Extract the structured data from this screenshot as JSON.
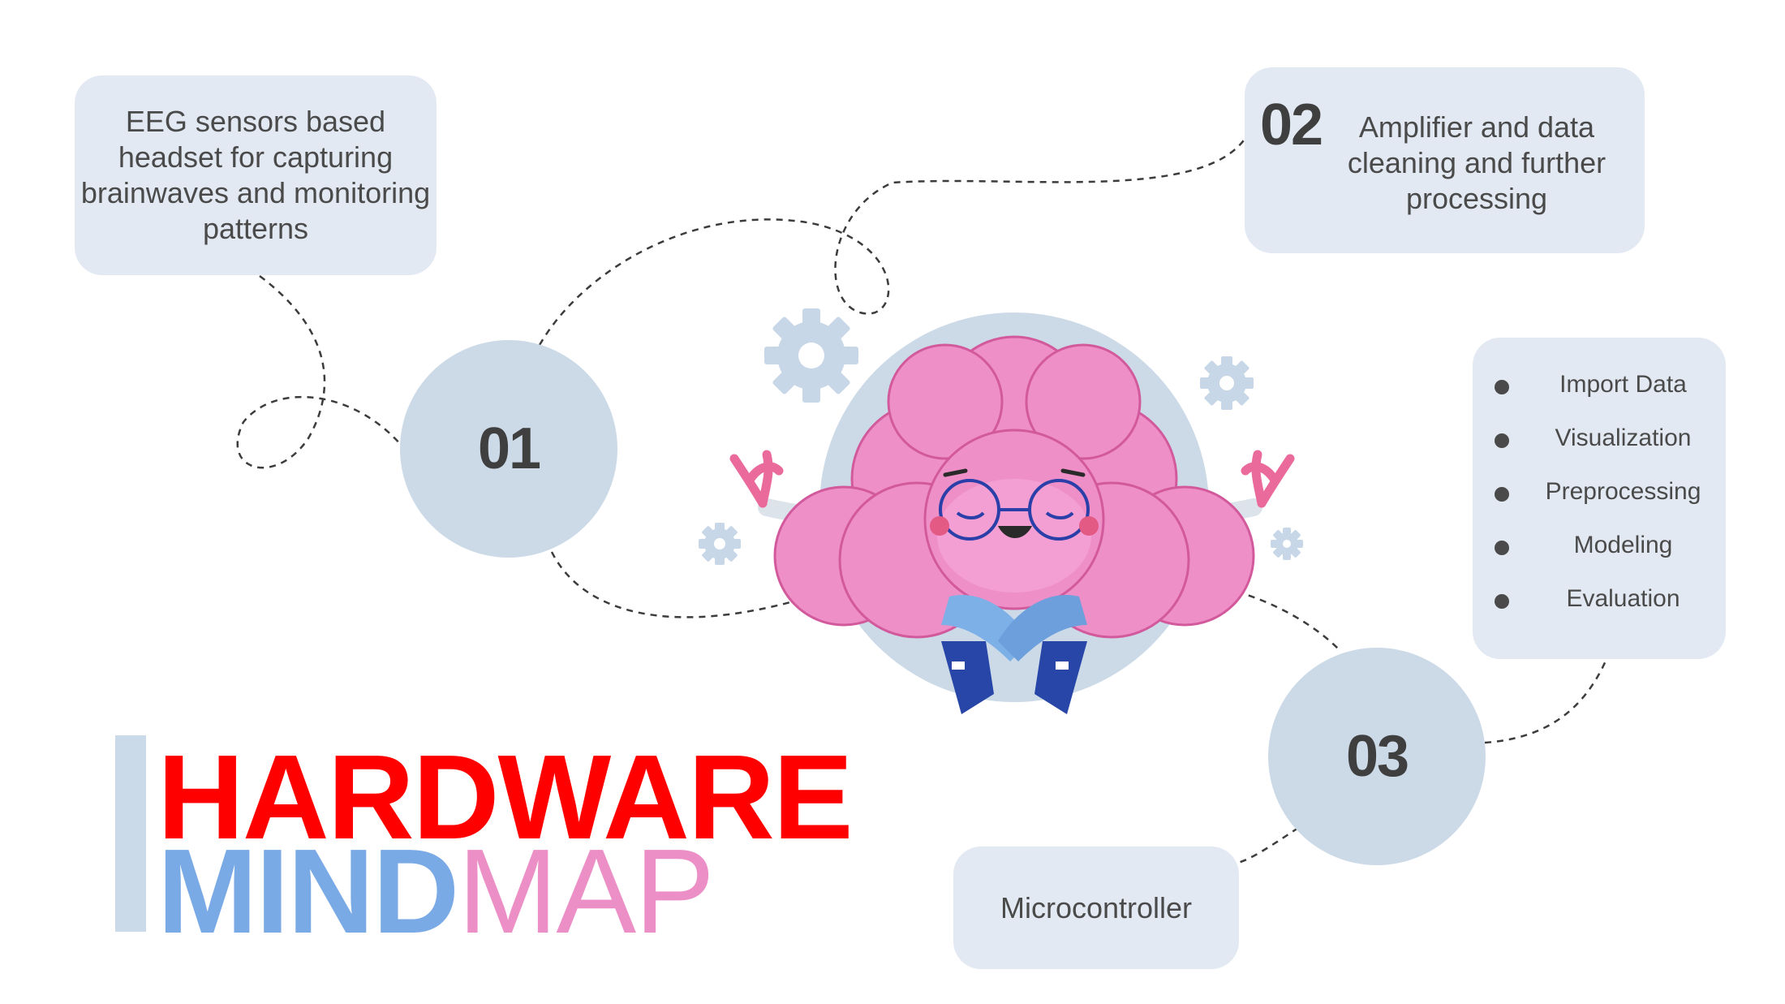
{
  "nodes": {
    "sensors_text": "EEG sensors based headset for capturing brainwaves and monitoring patterns",
    "node01": "01",
    "node02_number": "02",
    "node02_text": "Amplifier and data cleaning and further processing",
    "node03": "03",
    "microcontroller": "Microcontroller",
    "steps": [
      "Import Data",
      "Visualization",
      "Preprocessing",
      "Modeling",
      "Evaluation"
    ]
  },
  "title": {
    "line1": "HARDWARE",
    "line2_bold": "MIND",
    "line2_light": "MAP"
  },
  "colors": {
    "box": "#e2e9f2",
    "circle": "#ccdae8",
    "title_red": "#ff0000",
    "title_blue": "#7aaae6",
    "title_pink": "#ec8fc6",
    "brain": "#f08fca"
  },
  "icons": [
    "gear-icon",
    "brain-character-illustration",
    "dashed-connector-line"
  ]
}
